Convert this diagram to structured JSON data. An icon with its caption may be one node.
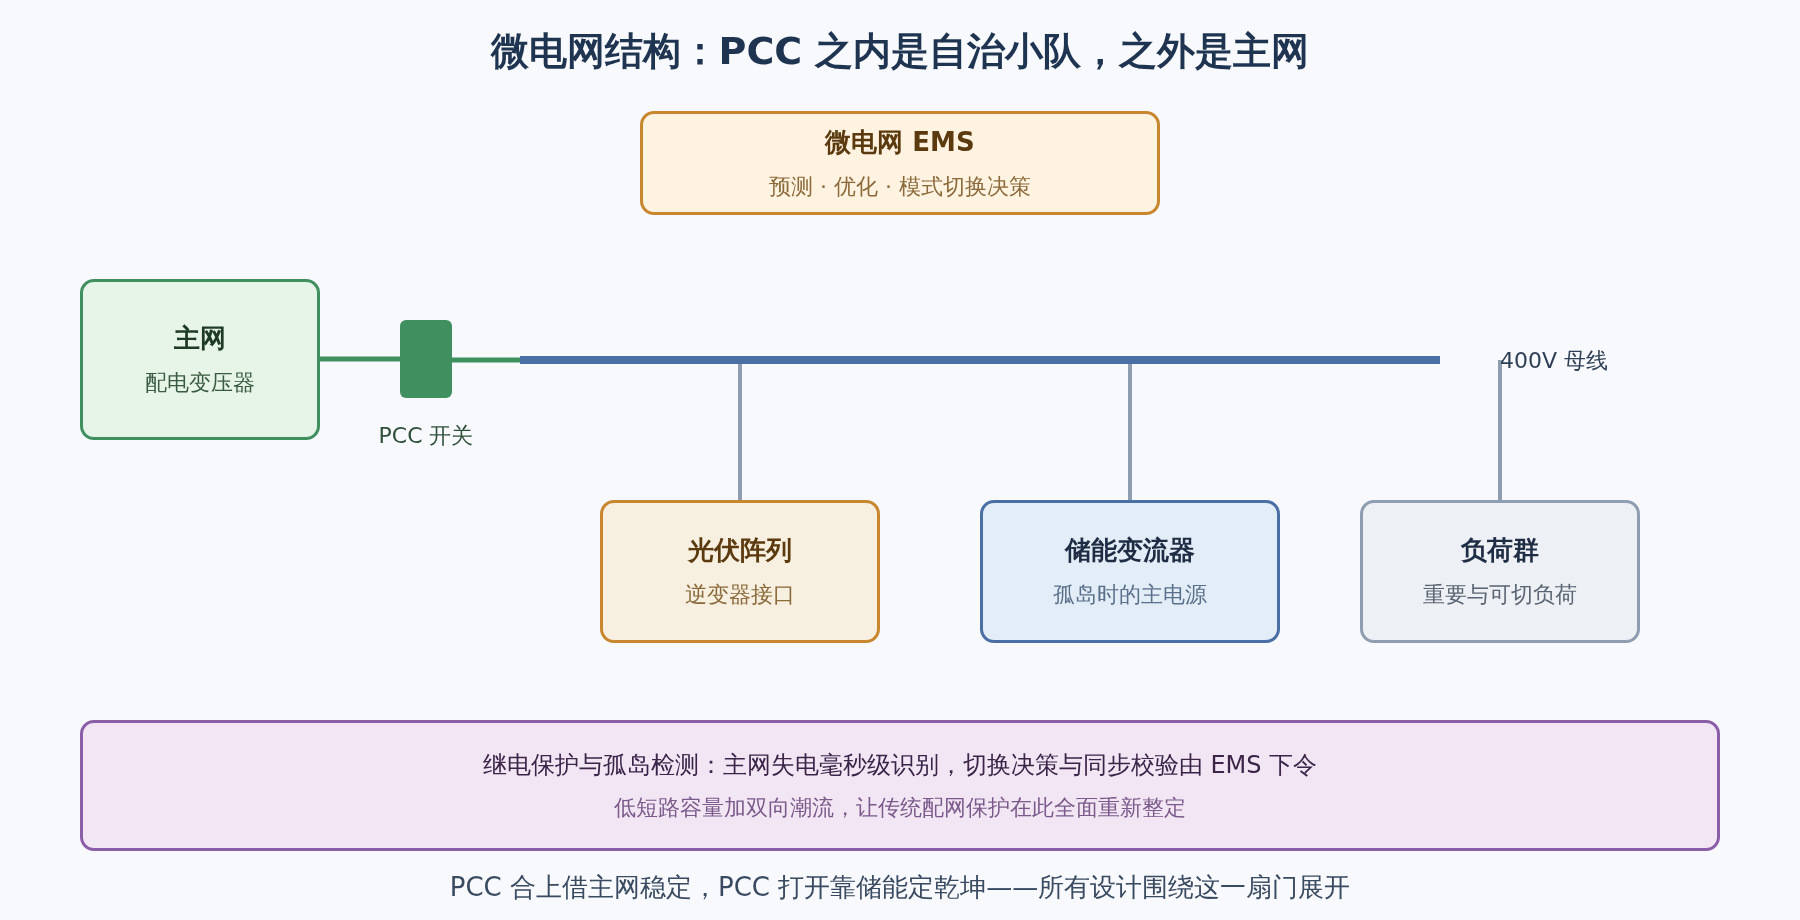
{
  "diagram": {
    "title": "微电网结构：PCC 之内是自治小队，之外是主网",
    "nodes": [
      {
        "text": [
          "微电网 EMS",
          "预测 · 优化 · 模式切换决策"
        ]
      },
      {
        "text": [
          "主网",
          "配电变压器"
        ]
      },
      {
        "text": [],
        "shape": "box",
        "beside": [
          "PCC 开关"
        ]
      },
      {
        "text": [],
        "shape": "bar",
        "beside": [
          "400V 母线"
        ]
      },
      {
        "text": [
          "光伏阵列",
          "逆变器接口"
        ]
      },
      {
        "text": [
          "储能变流器",
          "孤岛时的主电源"
        ]
      },
      {
        "text": [
          "负荷群",
          "重要与可切负荷"
        ]
      },
      {
        "text": [
          "继电保护与孤岛检测：主网失电毫秒级识别，切换决策与同步校验由 EMS 下令",
          "低短路容量加双向潮流，让传统配网保护在此全面重新整定"
        ]
      }
    ],
    "edges": [
      {
        "from": 1,
        "to": 2,
        "arrow": "none",
        "color": "#3f8f5f"
      },
      {
        "from": 2,
        "to": 3,
        "arrow": "none",
        "color": "#3f8f5f"
      },
      {
        "from": 3,
        "to": 4,
        "arrow": "none"
      },
      {
        "from": 3,
        "to": 5,
        "arrow": "none"
      },
      {
        "from": 3,
        "to": 6,
        "arrow": "none"
      }
    ],
    "caption": "PCC 合上借主网稳定，PCC 打开靠储能定乾坤——所有设计围绕这一扇门展开"
  }
}
